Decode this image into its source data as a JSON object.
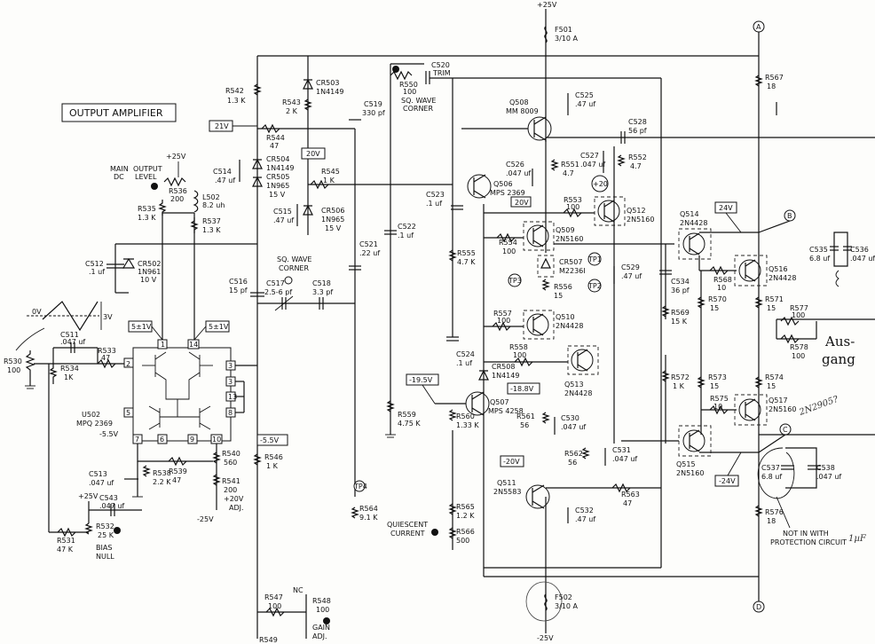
{
  "title": "OUTPUT AMPLIFIER",
  "rails": {
    "pos": "+25V",
    "neg": "-25V",
    "pos_small": "+25V",
    "neg_small": "-25V"
  },
  "connectors": {
    "A": "A",
    "B": "B",
    "C": "C",
    "D": "D"
  },
  "fuses": {
    "F501": {
      "ref": "F501",
      "val": "3/10 A"
    },
    "F502": {
      "ref": "F502",
      "val": "3/10 A"
    }
  },
  "voltage_tags": {
    "v21": "21V",
    "v20": "20V",
    "v20b": "20V",
    "v24": "24V",
    "vm24": "-24V",
    "vm20": "-20V",
    "vm195": "-19.5V",
    "vm188": "-18.8V",
    "vm55": "-5.5V",
    "vm55b": "-5.5V",
    "p20": "+20",
    "v5a": "5±1V",
    "v5b": "5±1V",
    "v0": "0V",
    "v3": "3V",
    "p20adj": "+20V"
  },
  "test_points": {
    "tp1": "TP1",
    "tp2": "TP2",
    "tp3": "TP3",
    "tp4": "TP4"
  },
  "resistors": {
    "R542": [
      "R542",
      "1.3 K"
    ],
    "R543": [
      "R543",
      "2 K"
    ],
    "R544": [
      "R544",
      "47"
    ],
    "R545": [
      "R545",
      "1 K"
    ],
    "R536": [
      "R536",
      "200"
    ],
    "R535": [
      "R535",
      "1.3 K"
    ],
    "R537": [
      "R537",
      "1.3 K"
    ],
    "R530": [
      "R530",
      "100"
    ],
    "R534": [
      "R534",
      "1K"
    ],
    "R533": [
      "R533",
      "47"
    ],
    "R538": [
      "R538",
      "2.2 K"
    ],
    "R539": [
      "R539",
      "47"
    ],
    "R540": [
      "R540",
      "560"
    ],
    "R541": [
      "R541",
      "200"
    ],
    "R546": [
      "R546",
      "1 K"
    ],
    "R531": [
      "R531",
      "47 K"
    ],
    "R532": [
      "R532",
      "25 K"
    ],
    "R547": [
      "R547",
      "100"
    ],
    "R548": [
      "R548",
      "100"
    ],
    "R549": [
      "R549",
      ""
    ],
    "R550": [
      "R550",
      "100"
    ],
    "R551": [
      "R551",
      "4.7"
    ],
    "R552": [
      "R552",
      "4.7"
    ],
    "R553": [
      "R553",
      "100"
    ],
    "R554": [
      "R554",
      "100"
    ],
    "R555": [
      "R555",
      "4.7 K"
    ],
    "R556": [
      "R556",
      "15"
    ],
    "R557": [
      "R557",
      "100"
    ],
    "R558": [
      "R558",
      "100"
    ],
    "R559": [
      "R559",
      "4.75 K"
    ],
    "R560": [
      "R560",
      "1.33 K"
    ],
    "R561": [
      "R561",
      "56"
    ],
    "R562": [
      "R562",
      "56"
    ],
    "R563": [
      "R563",
      "47"
    ],
    "R564": [
      "R564",
      "9.1 K"
    ],
    "R565": [
      "R565",
      "1.2 K"
    ],
    "R566": [
      "R566",
      "500"
    ],
    "R567": [
      "R567",
      "18"
    ],
    "R568": [
      "R568",
      "10"
    ],
    "R569": [
      "R569",
      "15 K"
    ],
    "R570": [
      "R570",
      "15"
    ],
    "R571": [
      "R571",
      "15"
    ],
    "R572": [
      "R572",
      "1 K"
    ],
    "R573": [
      "R573",
      "15"
    ],
    "R574": [
      "R574",
      "15"
    ],
    "R575": [
      "R575",
      "10"
    ],
    "R576": [
      "R576",
      "18"
    ],
    "R577": [
      "R577",
      "100"
    ],
    "R578": [
      "R578",
      "100"
    ]
  },
  "capacitors": {
    "C514": [
      "C514",
      ".47 uf"
    ],
    "C515": [
      "C515",
      ".47 uf"
    ],
    "C512": [
      "C512",
      ".1 uf"
    ],
    "C516": [
      "C516",
      "15 pf"
    ],
    "C517": [
      "C517",
      "2.5-6 pf"
    ],
    "C518": [
      "C518",
      "3.3 pf"
    ],
    "C511": [
      "C511",
      ".047 uf"
    ],
    "C513": [
      "C513",
      ".047 uf"
    ],
    "C543": [
      "C543",
      ".047 uf"
    ],
    "C519": [
      "C519",
      "330 pf"
    ],
    "C520": [
      "C520",
      "TRIM"
    ],
    "C521": [
      "C521",
      ".22 uf"
    ],
    "C522": [
      "C522",
      ".1 uf"
    ],
    "C523": [
      "C523",
      ".1 uf"
    ],
    "C524": [
      "C524",
      ".1 uf"
    ],
    "C525": [
      "C525",
      ".47 uf"
    ],
    "C526": [
      "C526",
      ".047 uf"
    ],
    "C527": [
      "C527",
      ".047 uf"
    ],
    "C528": [
      "C528",
      "56 pf"
    ],
    "C529": [
      "C529",
      ".47 uf"
    ],
    "C530": [
      "C530",
      ".047 uf"
    ],
    "C531": [
      "C531",
      ".047 uf"
    ],
    "C532": [
      "C532",
      ".47 uf"
    ],
    "C534": [
      "C534",
      "36 pf"
    ],
    "C535": [
      "C535",
      "6.8 uf"
    ],
    "C536": [
      "C536",
      ".047 uf"
    ],
    "C537": [
      "C537",
      "6.8 uf"
    ],
    "C538": [
      "C538",
      ".047 uf"
    ]
  },
  "diodes": {
    "CR503": [
      "CR503",
      "1N4149"
    ],
    "CR504": [
      "CR504",
      "1N4149"
    ],
    "CR505": [
      "CR505",
      "1N965",
      "15 V"
    ],
    "CR506": [
      "CR506",
      "1N965",
      "15 V"
    ],
    "CR502": [
      "CR502",
      "1N961",
      "10 V"
    ],
    "CR507": [
      "CR507",
      "M2236I"
    ],
    "CR508": [
      "CR508",
      "1N4149"
    ]
  },
  "transistors": {
    "Q508": [
      "Q508",
      "MM 8009"
    ],
    "Q506": [
      "Q506",
      "MPS 2369"
    ],
    "Q509": [
      "Q509",
      "2N5160"
    ],
    "Q512": [
      "Q512",
      "2N5160"
    ],
    "Q510": [
      "Q510",
      "2N4428"
    ],
    "Q513": [
      "Q513",
      "2N4428"
    ],
    "Q507": [
      "Q507",
      "MPS 4258"
    ],
    "Q511": [
      "Q511",
      "2N5583"
    ],
    "Q514": [
      "Q514",
      "2N4428"
    ],
    "Q516": [
      "Q516",
      "2N4428"
    ],
    "Q515": [
      "Q515",
      "2N5160"
    ],
    "Q517": [
      "Q517",
      "2N5160"
    ]
  },
  "ic": {
    "ref": "U502",
    "part": "MPQ 2369",
    "pins": [
      "1",
      "14",
      "2",
      "3",
      "3",
      "13",
      "5",
      "7",
      "6",
      "9",
      "10",
      "8"
    ]
  },
  "inductor": {
    "ref": "L502",
    "val": "8.2 uh"
  },
  "labels": {
    "main_dc": "MAIN",
    "main_dc2": "DC",
    "output_level": "OUTPUT",
    "output_level2": "LEVEL",
    "sq_wave_corner": "SQ. WAVE",
    "sq_wave_corner2": "CORNER",
    "sq_wave_corner_b": "SQ. WAVE",
    "sq_wave_corner_b2": "CORNER",
    "bias_null": "BIAS",
    "bias_null2": "NULL",
    "gain_adj": "GAIN",
    "gain_adj2": "ADJ.",
    "nc": "NC",
    "adj": "ADJ.",
    "quiescent": "QUIESCENT",
    "quiescent2": "CURRENT",
    "not_in": "NOT IN WITH",
    "not_in2": "PROTECTION CIRCUIT"
  },
  "handwriting": {
    "ausgang1": "Aus-",
    "ausgang2": "gang",
    "note_2n2905": "2N2905?",
    "note_1uf": "1µF"
  },
  "colors": {
    "ink": "#111111",
    "paper": "#fdfdfb"
  }
}
